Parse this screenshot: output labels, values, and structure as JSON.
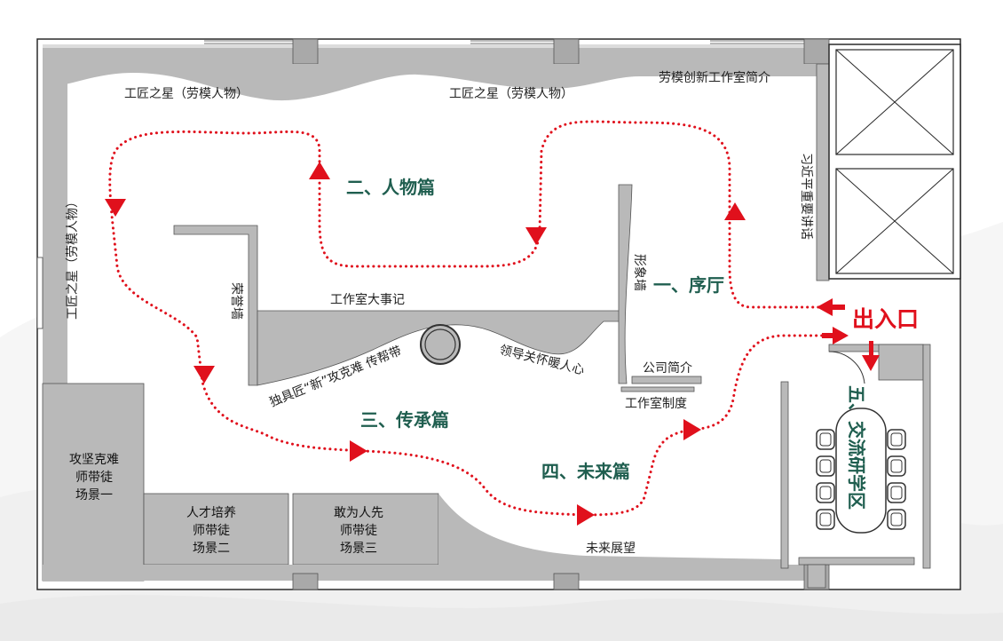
{
  "colors": {
    "section_label": "#1f5e4f",
    "route": "#e0101c",
    "entrance": "#e0101c",
    "wall": "#b9b9b9",
    "wall_dark": "#a9a9a9",
    "outline": "#2a2a2a"
  },
  "labels": {
    "star_top_left": "工匠之星（劳模人物）",
    "star_top_right": "工匠之星（劳模人物）",
    "intro": "劳模创新工作室简介",
    "star_left": "工匠之星（劳模人物）",
    "xi_speech": "习近平重要讲话",
    "honor_wall": "荣誉墙",
    "events": "工作室大事记",
    "image_wall": "形象墙",
    "leader_care": "领导关怀暖人心",
    "craft_belt": "独具匠“新”攻克难 传帮带",
    "company_intro": "公司简介",
    "studio_system": "工作室制度",
    "scene1": [
      "攻坚克难",
      "师带徒",
      "场景一"
    ],
    "scene2": [
      "人才培养",
      "师带徒",
      "场景二"
    ],
    "scene3": [
      "敢为人先",
      "师带徒",
      "场景三"
    ],
    "future": "未来展望"
  },
  "sections": {
    "s1": "一、序厅",
    "s2": "二、人物篇",
    "s3": "三、传承篇",
    "s4": "四、未来篇",
    "s5": "五、交流研学区"
  },
  "entrance": "出入口",
  "icons": {
    "route": "dotted-route-line",
    "arrow": "route-direction-arrow",
    "entry": "entry-arrow",
    "table": "meeting-table-icon",
    "chair": "chair-icon",
    "stair": "stairwell-icon",
    "column": "column-icon"
  }
}
